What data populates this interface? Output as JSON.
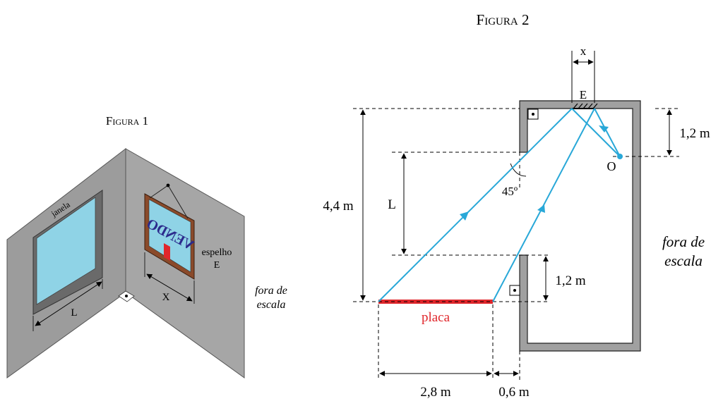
{
  "figure1": {
    "title": "Figura 1",
    "window_label": "janela",
    "length_label": "L",
    "mirror_label_line1": "espelho",
    "mirror_label_line2": "E",
    "width_label": "X",
    "sign_text": "VENDO",
    "scale_note_line1": "fora de",
    "scale_note_line2": "escala"
  },
  "figure2": {
    "title": "Figura 2",
    "mirror_width_label": "x",
    "mirror_label": "E",
    "observer_label": "O",
    "dim_top_right": "1,2 m",
    "dim_total_height": "4,4 m",
    "dim_window": "L",
    "angle_label": "45º",
    "dim_lower_wall": "1,2 m",
    "sign_label": "placa",
    "dim_sign_width": "2,8 m",
    "dim_gap": "0,6 m",
    "scale_note_line1": "fora de",
    "scale_note_line2": "escala"
  },
  "colors": {
    "wall": "#9a9a9a",
    "wall_dark": "#6e6e6e",
    "glass": "#8fd3e6",
    "ray": "#29a8d8",
    "sign": "#e0262b",
    "frame": "#8a4a2a"
  }
}
